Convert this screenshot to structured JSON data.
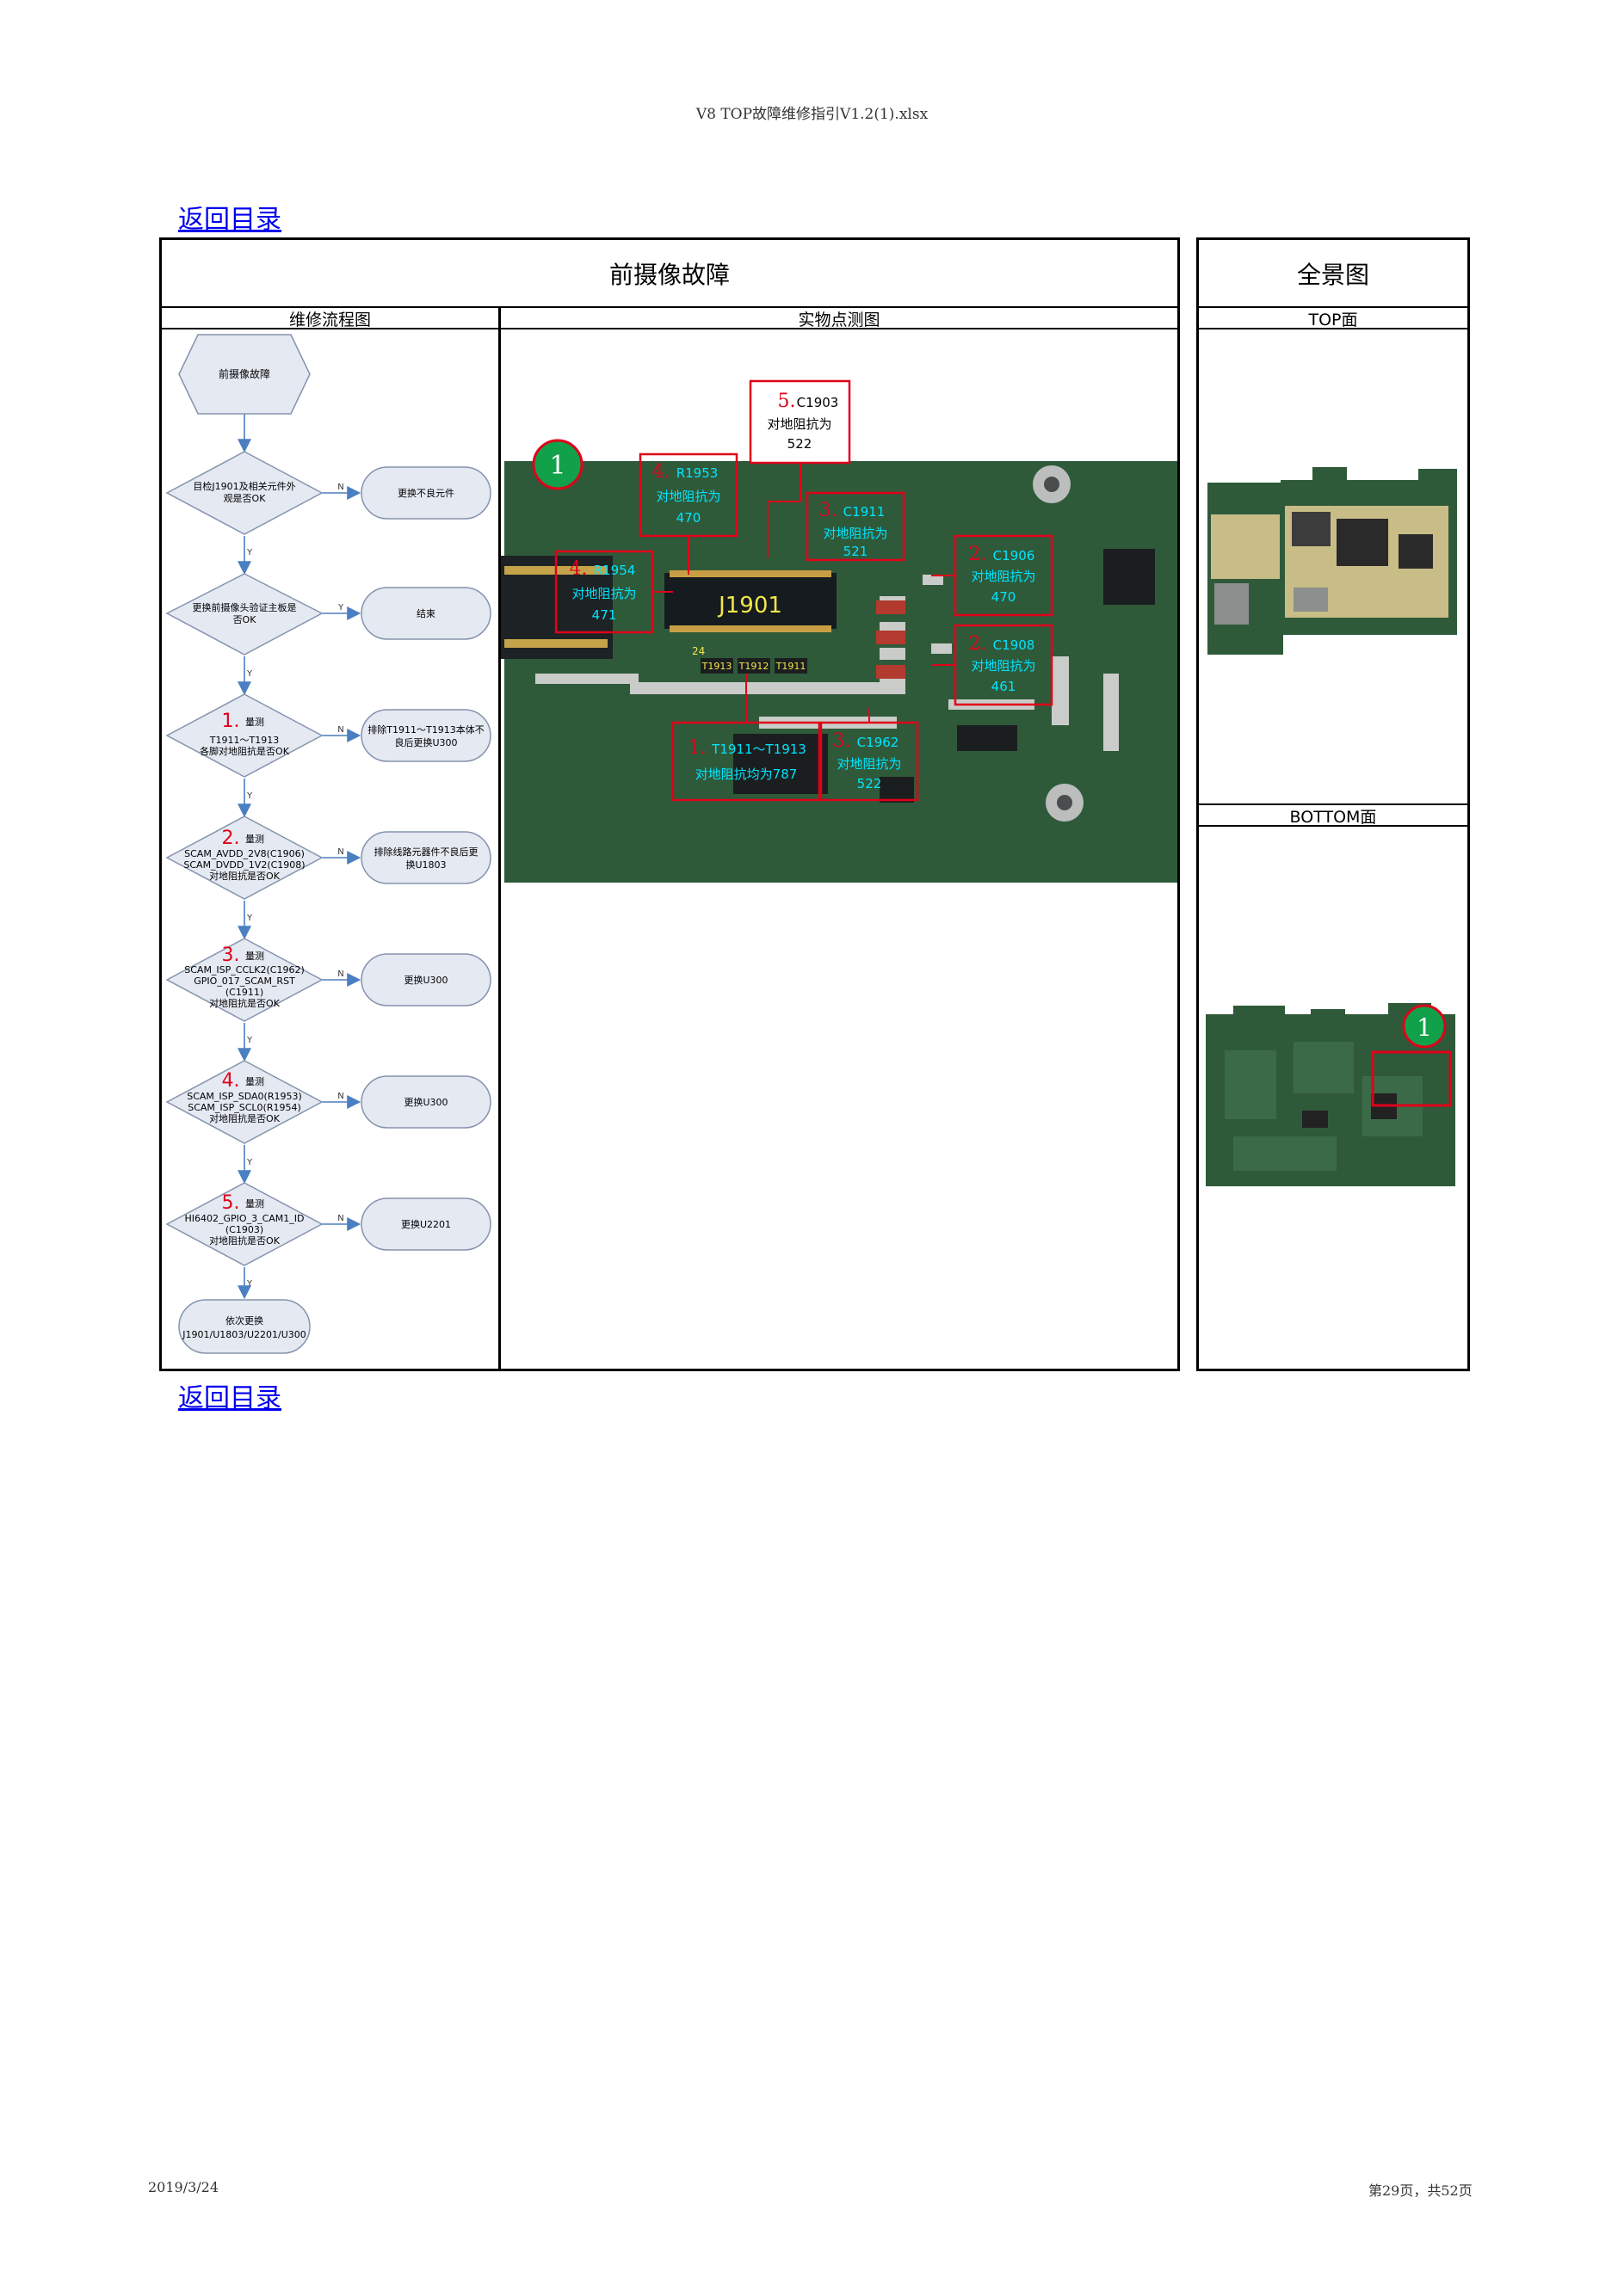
{
  "header": {
    "title": "V8 TOP故障维修指引V1.2(1).xlsx"
  },
  "nav": {
    "return_top": "返回目录",
    "return_bottom": "返回目录"
  },
  "table": {
    "main_title": "前摄像故障",
    "side_title": "全景图",
    "col_flow": "维修流程图",
    "col_photo": "实物点测图",
    "top_label": "TOP面",
    "bottom_label": "BOTTOM面"
  },
  "flow": {
    "start": "前摄像故障",
    "d1": [
      "目检J1901及相关元件外",
      "观是否OK"
    ],
    "a1": "更换不良元件",
    "d2": [
      "更换前摄像头验证主板是",
      "否OK"
    ],
    "a2": "结束",
    "d3": {
      "num": "1.",
      "lines": [
        "量测",
        "T1911～T1913",
        "各脚对地阻抗是否OK"
      ]
    },
    "a3": [
      "排除T1911～T1913本体不",
      "良后更换U300"
    ],
    "d4": {
      "num": "2.",
      "lines": [
        "量测",
        "SCAM_AVDD_2V8(C1906)",
        "SCAM_DVDD_1V2(C1908)",
        "对地阻抗是否OK"
      ]
    },
    "a4": [
      "排除线路元器件不良后更",
      "换U1803"
    ],
    "d5": {
      "num": "3.",
      "lines": [
        "量测",
        "SCAM_ISP_CCLK2(C1962)",
        "GPIO_017_SCAM_RST",
        "(C1911)",
        "对地阻抗是否OK"
      ]
    },
    "a5": "更换U300",
    "d6": {
      "num": "4.",
      "lines": [
        "量测",
        "SCAM_ISP_SDA0(R1953)",
        "SCAM_ISP_SCL0(R1954)",
        "对地阻抗是否OK"
      ]
    },
    "a6": "更换U300",
    "d7": {
      "num": "5.",
      "lines": [
        "量测",
        "HI6402_GPIO_3_CAM1_ID",
        "(C1903)",
        "对地阻抗是否OK"
      ]
    },
    "a7": "更换U2201",
    "end": [
      "依次更换",
      "J1901/U1803/U2201/U300"
    ],
    "yes": "Y",
    "no": "N"
  },
  "photo": {
    "marker": "1",
    "connector": "J1901",
    "pin": "24",
    "tp": [
      "T1913",
      "T1912",
      "T1911"
    ],
    "c1903": {
      "num": "5.",
      "ref": "C1903",
      "l2": "对地阻抗为",
      "l3": "522"
    },
    "r1953": {
      "num": "4.",
      "ref": "R1953",
      "l2": "对地阻抗为",
      "l3": "470"
    },
    "c1911": {
      "num": "3.",
      "ref": "C1911",
      "l2": "对地阻抗为",
      "l3": "521"
    },
    "r1954": {
      "num": "4.",
      "ref": "R1954",
      "l2": "对地阻抗为",
      "l3": "471"
    },
    "c1906": {
      "num": "2.",
      "ref": "C1906",
      "l2": "对地阻抗为",
      "l3": "470"
    },
    "c1908": {
      "num": "2.",
      "ref": "C1908",
      "l2": "对地阻抗为",
      "l3": "461"
    },
    "t1911": {
      "num": "1.",
      "ref": "T1911～T1913",
      "l2": "对地阻抗均为787"
    },
    "c1962": {
      "num": "3.",
      "ref": "C1962",
      "l2": "对地阻抗为",
      "l3": "522"
    }
  },
  "panorama": {
    "marker": "1"
  },
  "footer": {
    "date": "2019/3/24",
    "page": "第29页，共52页"
  },
  "colors": {
    "pcb_green": "#2f5a3a",
    "red": "#e0001a",
    "cyan": "#00e5ff",
    "link": "#0000ee",
    "flow_fill": "#e4e9f2",
    "flow_stroke": "#8593ad"
  }
}
